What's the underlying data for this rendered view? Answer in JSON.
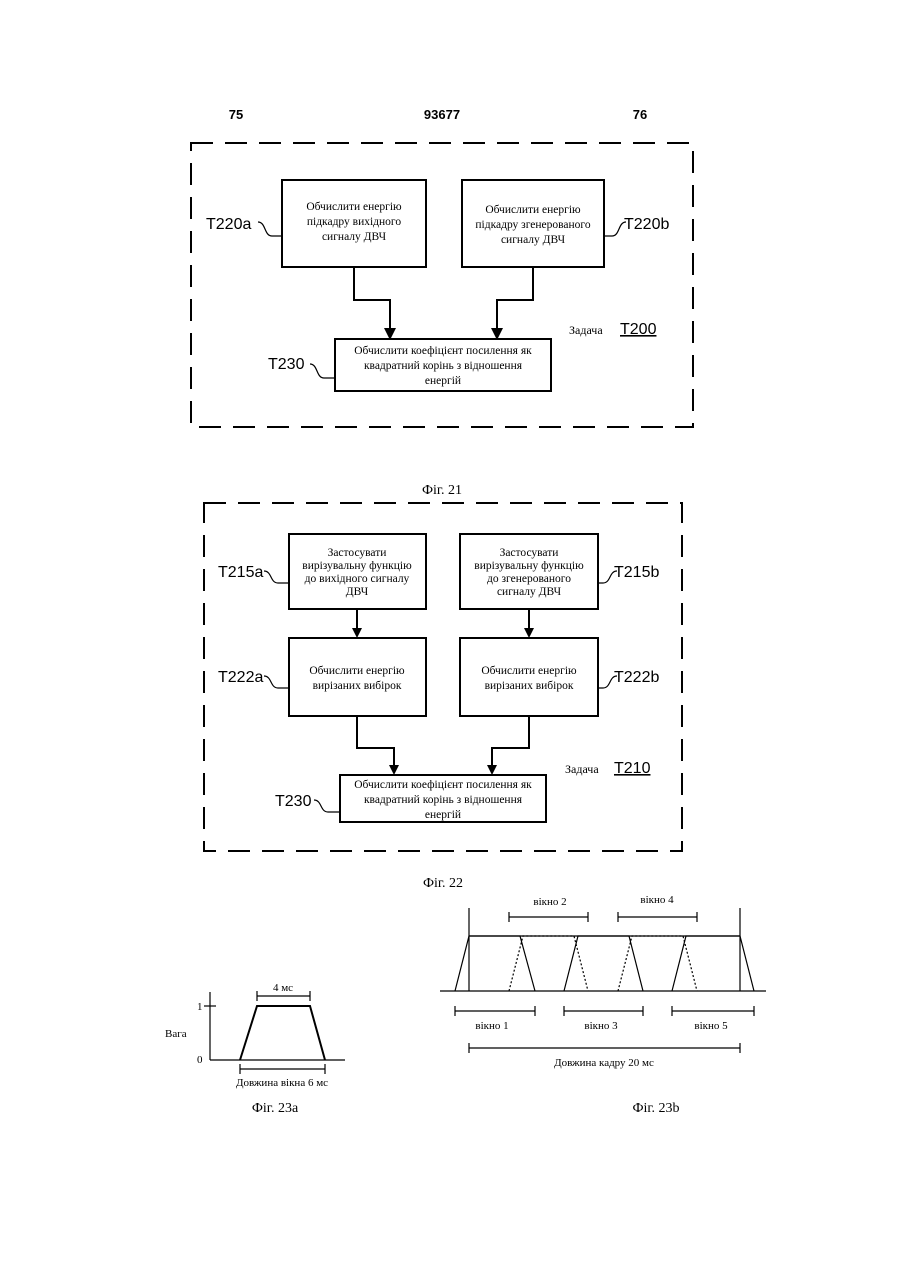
{
  "header": {
    "page_left": "75",
    "patent_number": "93677",
    "page_right": "76"
  },
  "fig21": {
    "task_word": "Задача",
    "task_id": "T200",
    "box_a": {
      "label": "T220a",
      "lines": [
        "Обчислити енергію",
        "підкадру вихідного",
        "сигналу ДВЧ"
      ]
    },
    "box_b": {
      "label": "T220b",
      "lines": [
        "Обчислити енергію",
        "підкадру згенерованого",
        "сигналу ДВЧ"
      ]
    },
    "box_c": {
      "label": "T230",
      "lines": [
        "Обчислити коефіцієнт посилення як",
        "квадратний корінь з відношення",
        "енергій"
      ]
    },
    "caption": "Фіг. 21"
  },
  "fig22": {
    "task_word": "Задача",
    "task_id": "T210",
    "box_1a": {
      "label": "T215a",
      "lines": [
        "Застосувати",
        "вирізувальну функцію",
        "до вихідного сигналу",
        "ДВЧ"
      ]
    },
    "box_1b": {
      "label": "T215b",
      "lines": [
        "Застосувати",
        "вирізувальну функцію",
        "до згенерованого",
        "сигналу ДВЧ"
      ]
    },
    "box_2a": {
      "label": "T222a",
      "lines": [
        "Обчислити енергію",
        "вирізаних вибірок"
      ]
    },
    "box_2b": {
      "label": "T222b",
      "lines": [
        "Обчислити енергію",
        "вирізаних вибірок"
      ]
    },
    "box_c": {
      "label": "T230",
      "lines": [
        "Обчислити коефіцієнт посилення як",
        "квадратний корінь з відношення",
        "енергій"
      ]
    },
    "caption": "Фіг. 22"
  },
  "fig23a": {
    "ylabel": "Вага",
    "tick_1": "1",
    "tick_0": "0",
    "top_label": "4 мс",
    "bottom_label": "Довжина вікна 6 мс",
    "caption": "Фіг. 23а"
  },
  "fig23b": {
    "window_labels": [
      "вікно 1",
      "вікно 2",
      "вікно 3",
      "вікно 4",
      "вікно 5"
    ],
    "frame_label": "Довжина кадру 20 мс",
    "caption": "Фіг. 23b"
  }
}
